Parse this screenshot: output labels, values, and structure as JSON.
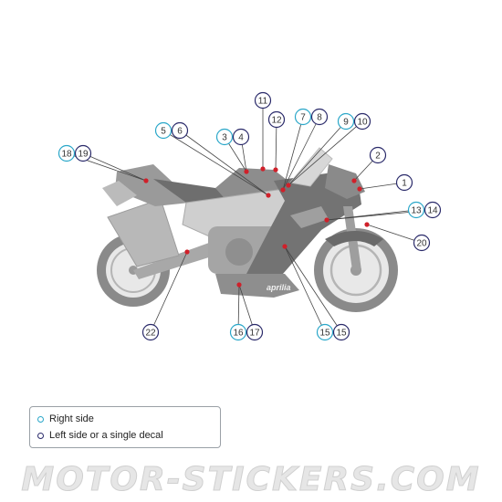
{
  "colors": {
    "right_side": "#2aa7c9",
    "left_side": "#2a2a6a",
    "marker": "#d0202a",
    "leader": "#444444",
    "bike_light": "#c9c9c9",
    "bike_dark": "#7a7a7a"
  },
  "callouts": [
    {
      "label": "11",
      "side": "left"
    },
    {
      "label": "12",
      "side": "left"
    },
    {
      "label": "7",
      "side": "right"
    },
    {
      "label": "8",
      "side": "left"
    },
    {
      "label": "9",
      "side": "right"
    },
    {
      "label": "10",
      "side": "left"
    },
    {
      "label": "5",
      "side": "right"
    },
    {
      "label": "6",
      "side": "left"
    },
    {
      "label": "3",
      "side": "right"
    },
    {
      "label": "4",
      "side": "left"
    },
    {
      "label": "18",
      "side": "right"
    },
    {
      "label": "19",
      "side": "left"
    },
    {
      "label": "2",
      "side": "left"
    },
    {
      "label": "1",
      "side": "left"
    },
    {
      "label": "13",
      "side": "right"
    },
    {
      "label": "14",
      "side": "left"
    },
    {
      "label": "20",
      "side": "left"
    },
    {
      "label": "22",
      "side": "left"
    },
    {
      "label": "16",
      "side": "right"
    },
    {
      "label": "17",
      "side": "left"
    },
    {
      "label": "15",
      "side": "right"
    },
    {
      "label": "15",
      "side": "left"
    }
  ],
  "bike_logo": "aprilia",
  "legend": {
    "right_label": "Right side",
    "left_label": "Left side or a single decal"
  },
  "watermark": "MOTOR-STICKERS.COM"
}
